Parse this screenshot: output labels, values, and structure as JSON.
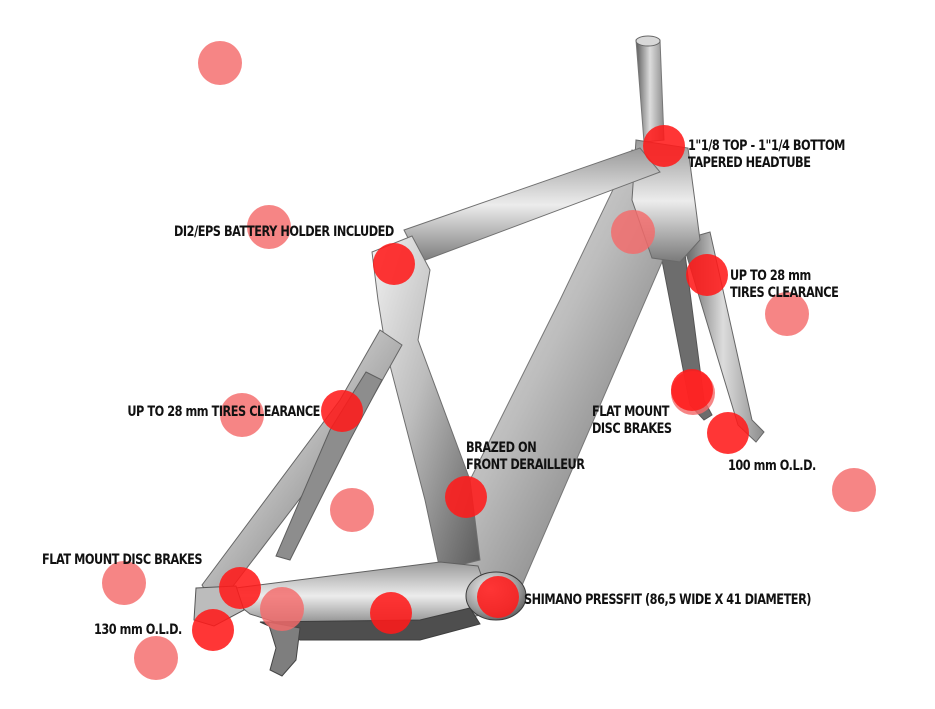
{
  "callouts": [
    {
      "id": "headtube",
      "lines": [
        "1\"1/8 TOP - 1\"1/4 BOTTOM",
        "TAPERED HEADTUBE"
      ]
    },
    {
      "id": "battery",
      "lines": [
        "DI2/EPS BATTERY HOLDER INCLUDED"
      ]
    },
    {
      "id": "fork-clearance",
      "lines": [
        "UP TO 28 mm",
        "TIRES CLEARANCE"
      ]
    },
    {
      "id": "rear-clearance",
      "lines": [
        "UP TO 28 mm TIRES CLEARANCE"
      ]
    },
    {
      "id": "front-brakes",
      "lines": [
        "FLAT MOUNT",
        "DISC BRAKES"
      ]
    },
    {
      "id": "derailleur",
      "lines": [
        "BRAZED ON",
        "FRONT DERAILLEUR"
      ]
    },
    {
      "id": "front-old",
      "lines": [
        "100 mm O.L.D."
      ]
    },
    {
      "id": "rear-brakes",
      "lines": [
        "FLAT MOUNT DISC BRAKES"
      ]
    },
    {
      "id": "bottom-bracket",
      "lines": [
        "SHIMANO PRESSFIT (86,5 WIDE X 41 DIAMETER)"
      ]
    },
    {
      "id": "rear-old",
      "lines": [
        "130 mm O.L.D."
      ]
    }
  ],
  "colors": {
    "background": "#ffffff",
    "label": "#111111",
    "hotspot_active": "#ff1a1a",
    "hotspot_faded": "#f46a6a",
    "frame_light": "#e6e6e6",
    "frame_mid": "#a8a8a8",
    "frame_dark": "#4a4a4a"
  },
  "hotspots": {
    "active": [
      "headtube",
      "battery",
      "fork-clearance",
      "rear-clearance",
      "front-brakes",
      "derailleur",
      "front-old",
      "rear-brakes",
      "bottom-bracket",
      "rear-old",
      "chainstay"
    ],
    "faded_count": 11
  }
}
